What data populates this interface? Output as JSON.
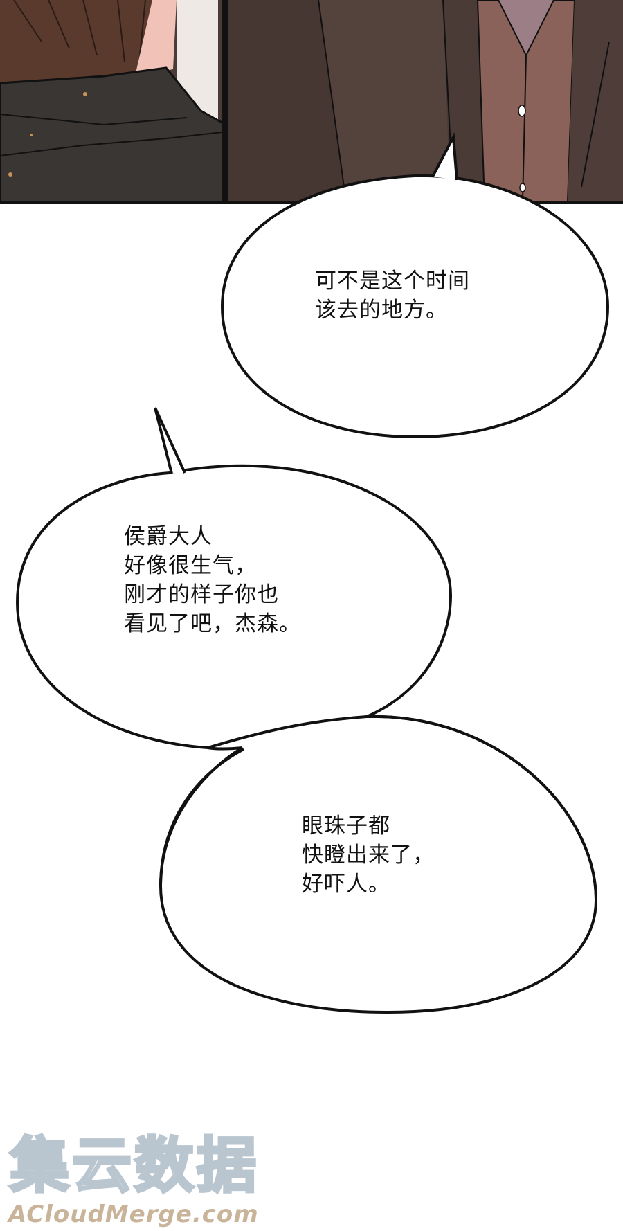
{
  "panel": {
    "description": "Close-up of dark clothing: character with brown hair and dark scarf on left, figure in dark coat and brown vest with white buttons on right",
    "colors": {
      "hair": "#5b3a2e",
      "scarf": "#3a3634",
      "coat": "#4a3b36",
      "vest": "#8a6259",
      "border": "#111111"
    }
  },
  "bubbles": [
    {
      "id": "bubble-1",
      "lines": [
        "可不是这个时间",
        "该去的地方。"
      ]
    },
    {
      "id": "bubble-2",
      "lines": [
        "侯爵大人",
        "好像很生气，",
        "刚才的样子你也",
        "看见了吧，杰森。"
      ]
    },
    {
      "id": "bubble-3",
      "lines": [
        "眼珠子都",
        "快瞪出来了，",
        "好吓人。"
      ]
    }
  ],
  "bubble_text": {
    "b1": "可不是这个时间\n该去的地方。",
    "b2": "侯爵大人\n好像很生气，\n刚才的样子你也\n看见了吧，杰森。",
    "b3": "眼珠子都\n快瞪出来了，\n好吓人。"
  },
  "watermark": {
    "chinese": "集云数据",
    "english": "ACloudMerge.com",
    "colors": {
      "chinese_outline": "#b9c6cf",
      "english": "#c9b49a"
    }
  }
}
